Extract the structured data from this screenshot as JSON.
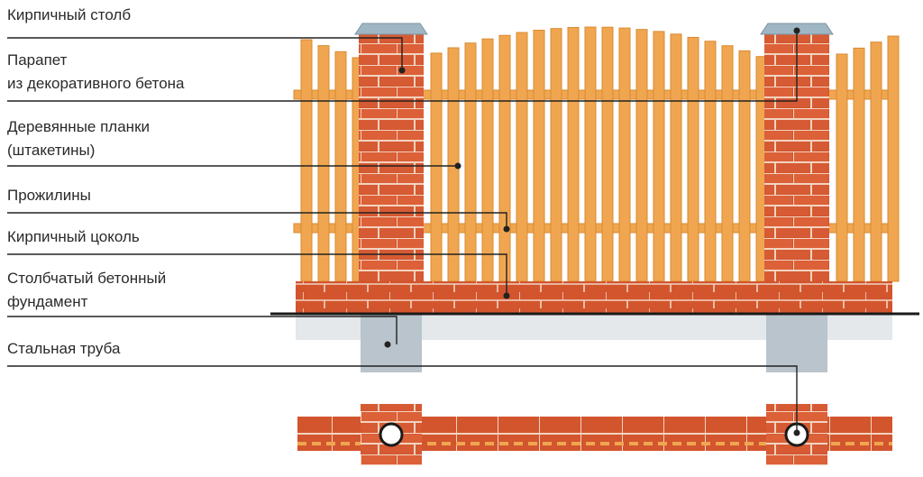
{
  "labels": {
    "brick_post": "Кирпичный столб",
    "parapet_1": "Парапет",
    "parapet_2": "из декоративного бетона",
    "pickets_1": "Деревянные планки",
    "pickets_2": "(штакетины)",
    "rails": "Прожилины",
    "plinth": "Кирпичный цоколь",
    "foundation_1": "Столбчатый бетонный",
    "foundation_2": "фундамент",
    "steel_pipe": "Стальная труба"
  },
  "colors": {
    "brick": "#d2552e",
    "brick_light": "#e06a40",
    "mortar": "#f3d3bf",
    "wood": "#f0a650",
    "wood_dark": "#d98a30",
    "cap": "#9fb6c4",
    "concrete": "#b9c4cc",
    "ground_line": "#1a1a1a",
    "leader": "#222222"
  }
}
